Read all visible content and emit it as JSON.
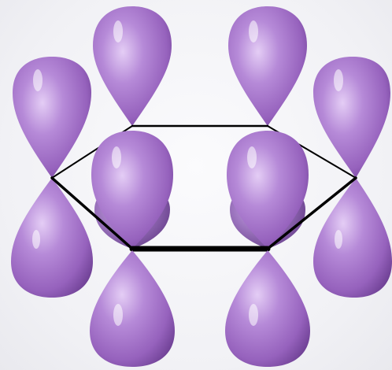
{
  "diagram": {
    "subject": "benzene-p-orbitals",
    "ring_atoms": 6,
    "orbitals_per_atom": 2,
    "colors": {
      "lobe_base": "#a36fc8",
      "lobe_light": "#d7b6ef",
      "lobe_dark": "#6d3f93",
      "ring_line": "#000000",
      "background": "#f3f3f6"
    }
  }
}
